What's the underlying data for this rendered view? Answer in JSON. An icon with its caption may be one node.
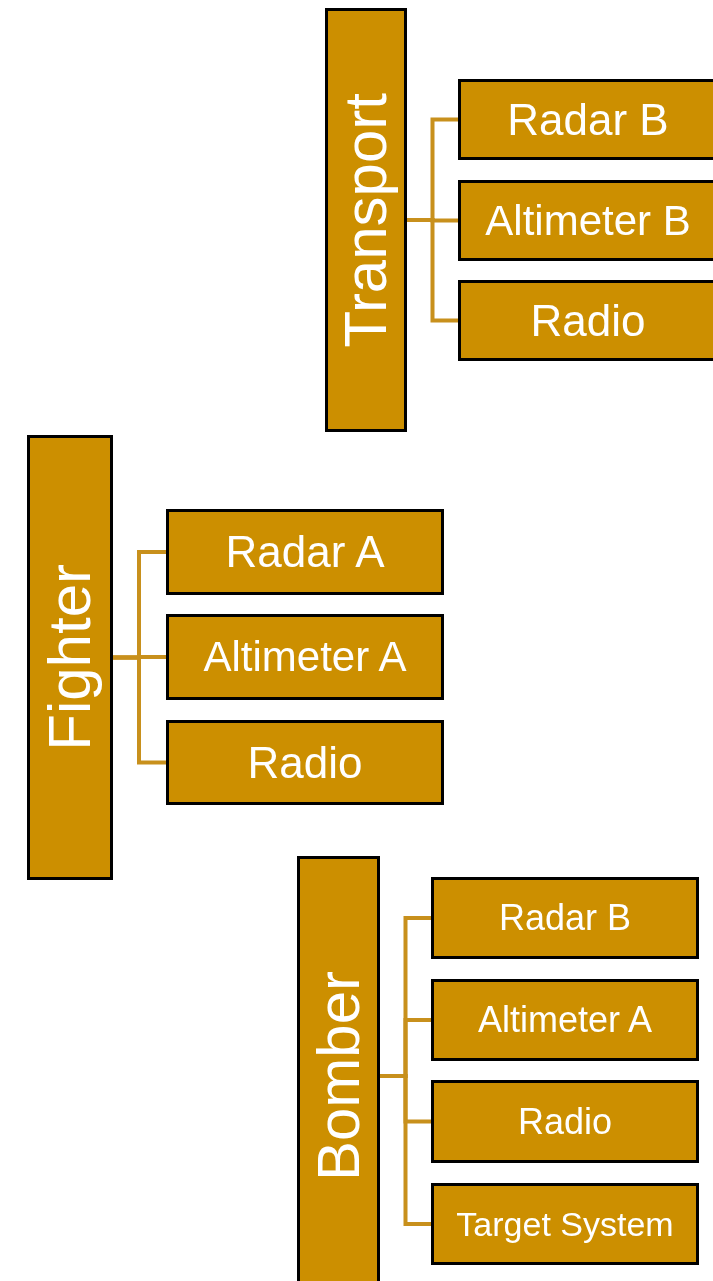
{
  "diagram": {
    "nodes": [
      {
        "text": [
          "Transport"
        ]
      },
      {
        "text": [
          "Radar B"
        ]
      },
      {
        "text": [
          "Altimeter B"
        ]
      },
      {
        "text": [
          "Radio"
        ]
      },
      {
        "text": [
          "Fighter"
        ]
      },
      {
        "text": [
          "Radar A"
        ]
      },
      {
        "text": [
          "Altimeter A"
        ]
      },
      {
        "text": [
          "Radio"
        ]
      },
      {
        "text": [
          "Bomber"
        ]
      },
      {
        "text": [
          "Radar B"
        ]
      },
      {
        "text": [
          "Altimeter A"
        ]
      },
      {
        "text": [
          "Radio"
        ]
      },
      {
        "text": [
          "Target System"
        ]
      }
    ],
    "edges": [
      {
        "from": 0,
        "to": 1,
        "arrow": "none"
      },
      {
        "from": 0,
        "to": 2,
        "arrow": "none"
      },
      {
        "from": 0,
        "to": 3,
        "arrow": "none"
      },
      {
        "from": 4,
        "to": 5,
        "arrow": "none"
      },
      {
        "from": 4,
        "to": 6,
        "arrow": "none"
      },
      {
        "from": 4,
        "to": 7,
        "arrow": "none"
      },
      {
        "from": 8,
        "to": 9,
        "arrow": "none"
      },
      {
        "from": 8,
        "to": 10,
        "arrow": "none"
      },
      {
        "from": 8,
        "to": 11,
        "arrow": "none"
      },
      {
        "from": 8,
        "to": 12,
        "arrow": "none"
      }
    ]
  }
}
